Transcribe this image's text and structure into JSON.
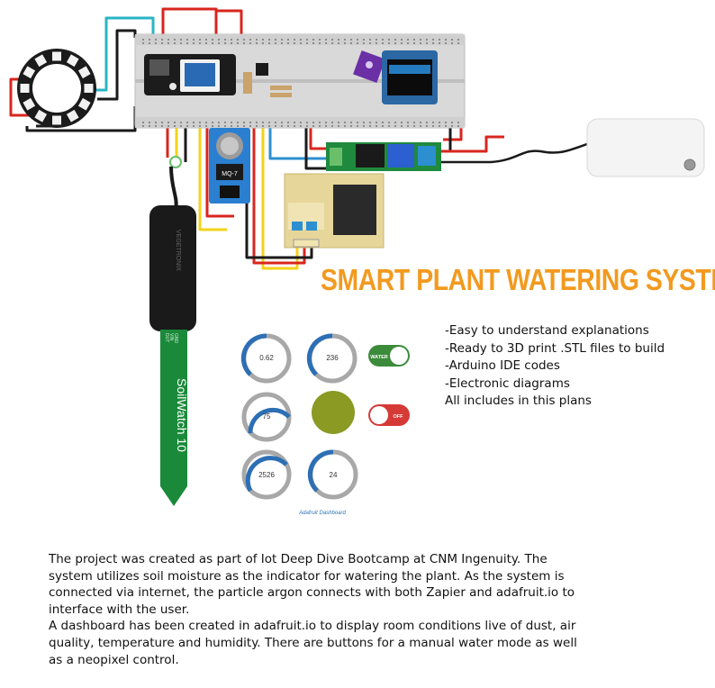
{
  "title": "SMART PLANT WATERING SYSTEM",
  "features": [
    "-Easy to understand explanations",
    "-Ready to 3D print .STL files to build",
    "-Arduino IDE codes",
    "-Electronic diagrams",
    "All includes in this plans"
  ],
  "description": [
    "The project was created as part of Iot Deep Dive Bootcamp at CNM Ingenuity. The system utilizes soil moisture as the indicator for watering the plant. As the system is connected via internet, the particle argon connects with both Zapier and adafruit.io to interface with the user.",
    "A dashboard has been created in adafruit.io to display room conditions live of dust, air quality, temperature and humidity. There are buttons for a manual water mode as well as a neopixel control."
  ],
  "dashboard": {
    "caption": "Adafruit Dashboard",
    "gauges": {
      "g1": "0.62",
      "g2": "236",
      "g3": "75",
      "g4": "2526",
      "g5": "24"
    },
    "water_toggle": "WATER",
    "off_toggle": "OFF",
    "colors": {
      "gauge_arc": "#2c6fb5",
      "gauge_track": "#a8a8a8",
      "indicator": "#8a9a23",
      "water_toggle": "#3b8b3b",
      "off_toggle": "#d63a36"
    }
  },
  "sensor": {
    "brand": "VEGETRONIX",
    "label": "SoilWatch 10",
    "small_text": [
      "DUT",
      "VIN",
      "GND"
    ]
  },
  "gas_sensor_label": "MQ-7",
  "colors": {
    "title": "#f29a1f",
    "sensor_pcb": "#1a8a3a",
    "wire_red": "#d8261e",
    "wire_yellow": "#f3d21a",
    "wire_blue": "#2c8fd0",
    "wire_teal": "#2ab4c4",
    "wire_black": "#1a1a1a"
  }
}
